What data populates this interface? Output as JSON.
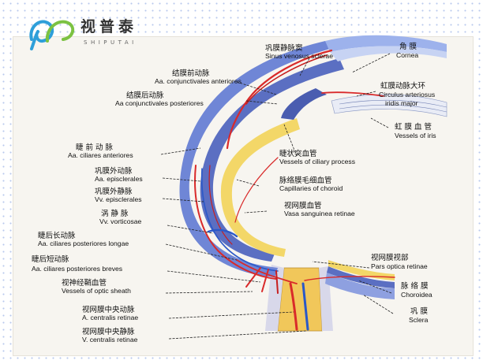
{
  "logo": {
    "name": "视普泰",
    "sub": "SHIPUTAI"
  },
  "labels": {
    "sinus_venosus": {
      "cn": "巩膜静脉窦",
      "en": "Sinus venosus sclerae"
    },
    "cornea": {
      "cn": "角    膜",
      "en": "Cornea"
    },
    "conj_ant": {
      "cn": "结膜前动脉",
      "en": "Aa. conjunctivales anteriores"
    },
    "circulus": {
      "cn": "虹膜动脉大环",
      "en1": "Circulus arteriosus",
      "en2": "iridis major"
    },
    "conj_post": {
      "cn": "结膜后动脉",
      "en": "Aa conjunctivales posteriores"
    },
    "vessels_iris": {
      "cn": "虹  膜  血  管",
      "en": "Vessels of iris"
    },
    "ciliares_ant": {
      "cn": "睫 前 动 脉",
      "en": "Aa. ciliares anteriores"
    },
    "ciliary_process": {
      "cn": "睫状突血管",
      "en": "Vessels of ciliary process"
    },
    "episclerales_a": {
      "cn": "巩膜外动脉",
      "en": "Aa. episclerales"
    },
    "capillaries": {
      "cn": "脉络膜毛细血管",
      "en": "Capillaries of choroid"
    },
    "episclerales_v": {
      "cn": "巩膜外静脉",
      "en": "Vv. episclerales"
    },
    "sanguinea": {
      "cn": "视网膜血管",
      "en": "Vasa sanguinea retinae"
    },
    "vorticosae": {
      "cn": "涡    静    脉",
      "en": "Vv. vorticosae"
    },
    "long_post": {
      "cn": "睫后长动脉",
      "en": "Aa. ciliares posteriores longae"
    },
    "short_post": {
      "cn": "睫后短动脉",
      "en": "Aa. ciliares posteriores breves"
    },
    "pars_optica": {
      "cn": "视网膜视部",
      "en": "Pars optica retinae"
    },
    "optic_sheath": {
      "cn": "视神经鞘血管",
      "en": "Vessels of optic sheath"
    },
    "choroidea": {
      "cn": "脉  络  膜",
      "en": "Choroidea"
    },
    "a_centralis": {
      "cn": "视网膜中央动脉",
      "en": "A. centralis retinae"
    },
    "sclera": {
      "cn": "巩    膜",
      "en": "Sclera"
    },
    "v_centralis": {
      "cn": "视网膜中央静脉",
      "en": "V. centralis retinae"
    }
  }
}
